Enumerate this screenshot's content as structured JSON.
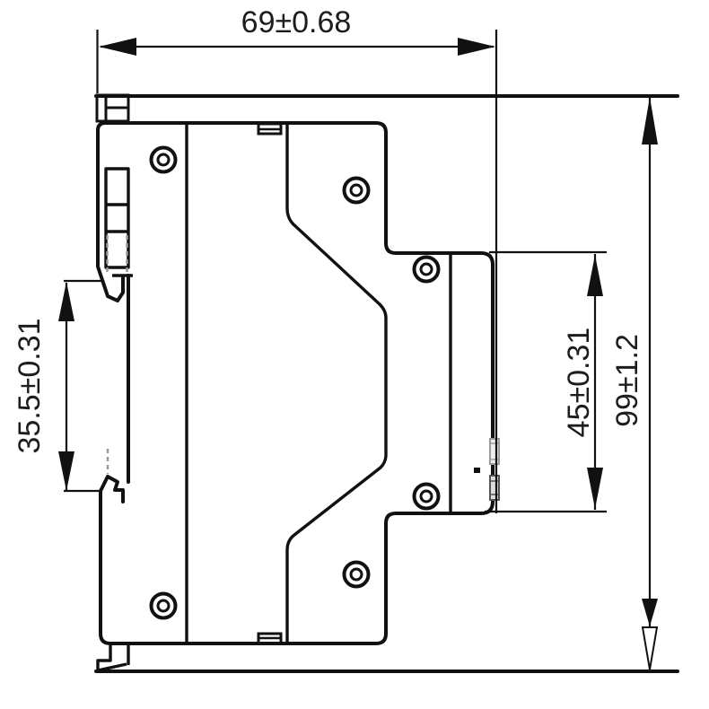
{
  "drawing": {
    "dimensions": {
      "top_width": "69±0.68",
      "left_rail_height": "35.5±0.31",
      "right_inner_height": "45±0.31",
      "right_overall_height": "99±1.2"
    },
    "colors": {
      "line": "#111111",
      "text": "#1d1d1b",
      "hidden_detail": "#9b9b9b"
    }
  }
}
